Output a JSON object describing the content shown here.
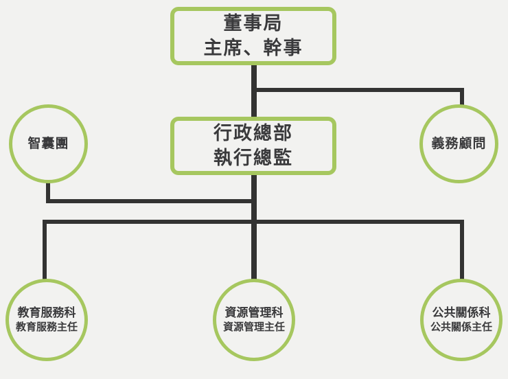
{
  "diagram": {
    "title": "Organization Chart",
    "background_color": "#f2f2f0",
    "node_border_color": "#a6c75f",
    "connector_color": "#333332",
    "text_color": "#3a3a3c"
  },
  "nodes": {
    "board": {
      "line1": "董事局",
      "line2": "主席、幹事",
      "shape": "rounded-rectangle"
    },
    "admin": {
      "line1": "行政總部",
      "line2": "執行總監",
      "shape": "rounded-rectangle"
    },
    "think_tank": {
      "line1": "智囊團",
      "line2": "",
      "shape": "circle"
    },
    "honorary_advisor": {
      "line1": "義務顧問",
      "line2": "",
      "shape": "circle"
    },
    "education": {
      "line1": "教育服務科",
      "line2": "教育服務主任",
      "shape": "circle"
    },
    "resource": {
      "line1": "資源管理科",
      "line2": "資源管理主任",
      "shape": "circle"
    },
    "public_relations": {
      "line1": "公共關係科",
      "line2": "公共關係主任",
      "shape": "circle"
    }
  }
}
